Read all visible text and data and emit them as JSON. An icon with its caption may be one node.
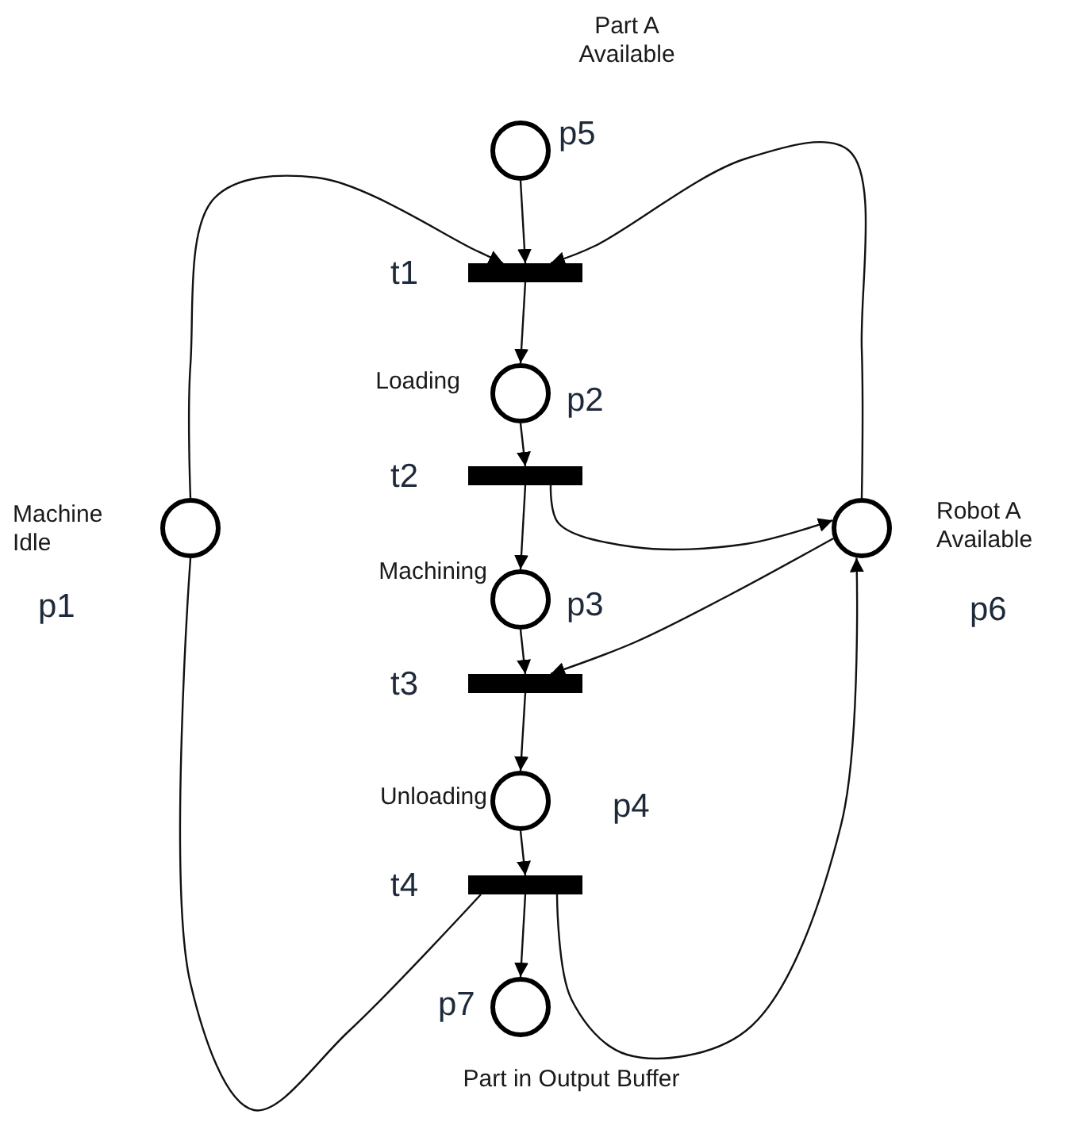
{
  "diagram": {
    "nodes": [
      {
        "text": [],
        "shape": "circle",
        "beside": [
          "Part A Available",
          "p5"
        ]
      },
      {
        "text": [],
        "shape": "bar",
        "beside": [
          "t1"
        ]
      },
      {
        "text": [],
        "shape": "circle",
        "beside": [
          "Loading",
          "p2"
        ]
      },
      {
        "text": [],
        "shape": "bar",
        "beside": [
          "t2"
        ]
      },
      {
        "text": [],
        "shape": "circle",
        "beside": [
          "Machine Idle",
          "p1"
        ]
      },
      {
        "text": [],
        "shape": "circle",
        "beside": [
          "Robot A Available",
          "p6"
        ]
      },
      {
        "text": [],
        "shape": "circle",
        "beside": [
          "Machining",
          "p3"
        ]
      },
      {
        "text": [],
        "shape": "bar",
        "beside": [
          "t3"
        ]
      },
      {
        "text": [],
        "shape": "circle",
        "beside": [
          "Unloading",
          "p4"
        ]
      },
      {
        "text": [],
        "shape": "bar",
        "beside": [
          "t4"
        ]
      },
      {
        "text": [],
        "shape": "circle",
        "beside": [
          "p7",
          "Part in Output Buffer"
        ]
      }
    ],
    "edges": [
      {
        "from": 0,
        "to": 1,
        "arrow": "to"
      },
      {
        "from": 4,
        "to": 1,
        "arrow": "to"
      },
      {
        "from": 5,
        "to": 1,
        "arrow": "to"
      },
      {
        "from": 1,
        "to": 2,
        "arrow": "to"
      },
      {
        "from": 2,
        "to": 3,
        "arrow": "to"
      },
      {
        "from": 3,
        "to": 6,
        "arrow": "to"
      },
      {
        "from": 3,
        "to": 5,
        "arrow": "to"
      },
      {
        "from": 5,
        "to": 7,
        "arrow": "to"
      },
      {
        "from": 6,
        "to": 7,
        "arrow": "to"
      },
      {
        "from": 7,
        "to": 8,
        "arrow": "to"
      },
      {
        "from": 8,
        "to": 9,
        "arrow": "to"
      },
      {
        "from": 9,
        "to": 10,
        "arrow": "to"
      },
      {
        "from": 9,
        "to": 5,
        "arrow": "to"
      },
      {
        "from": 9,
        "to": 4,
        "arrow": "none"
      }
    ]
  }
}
